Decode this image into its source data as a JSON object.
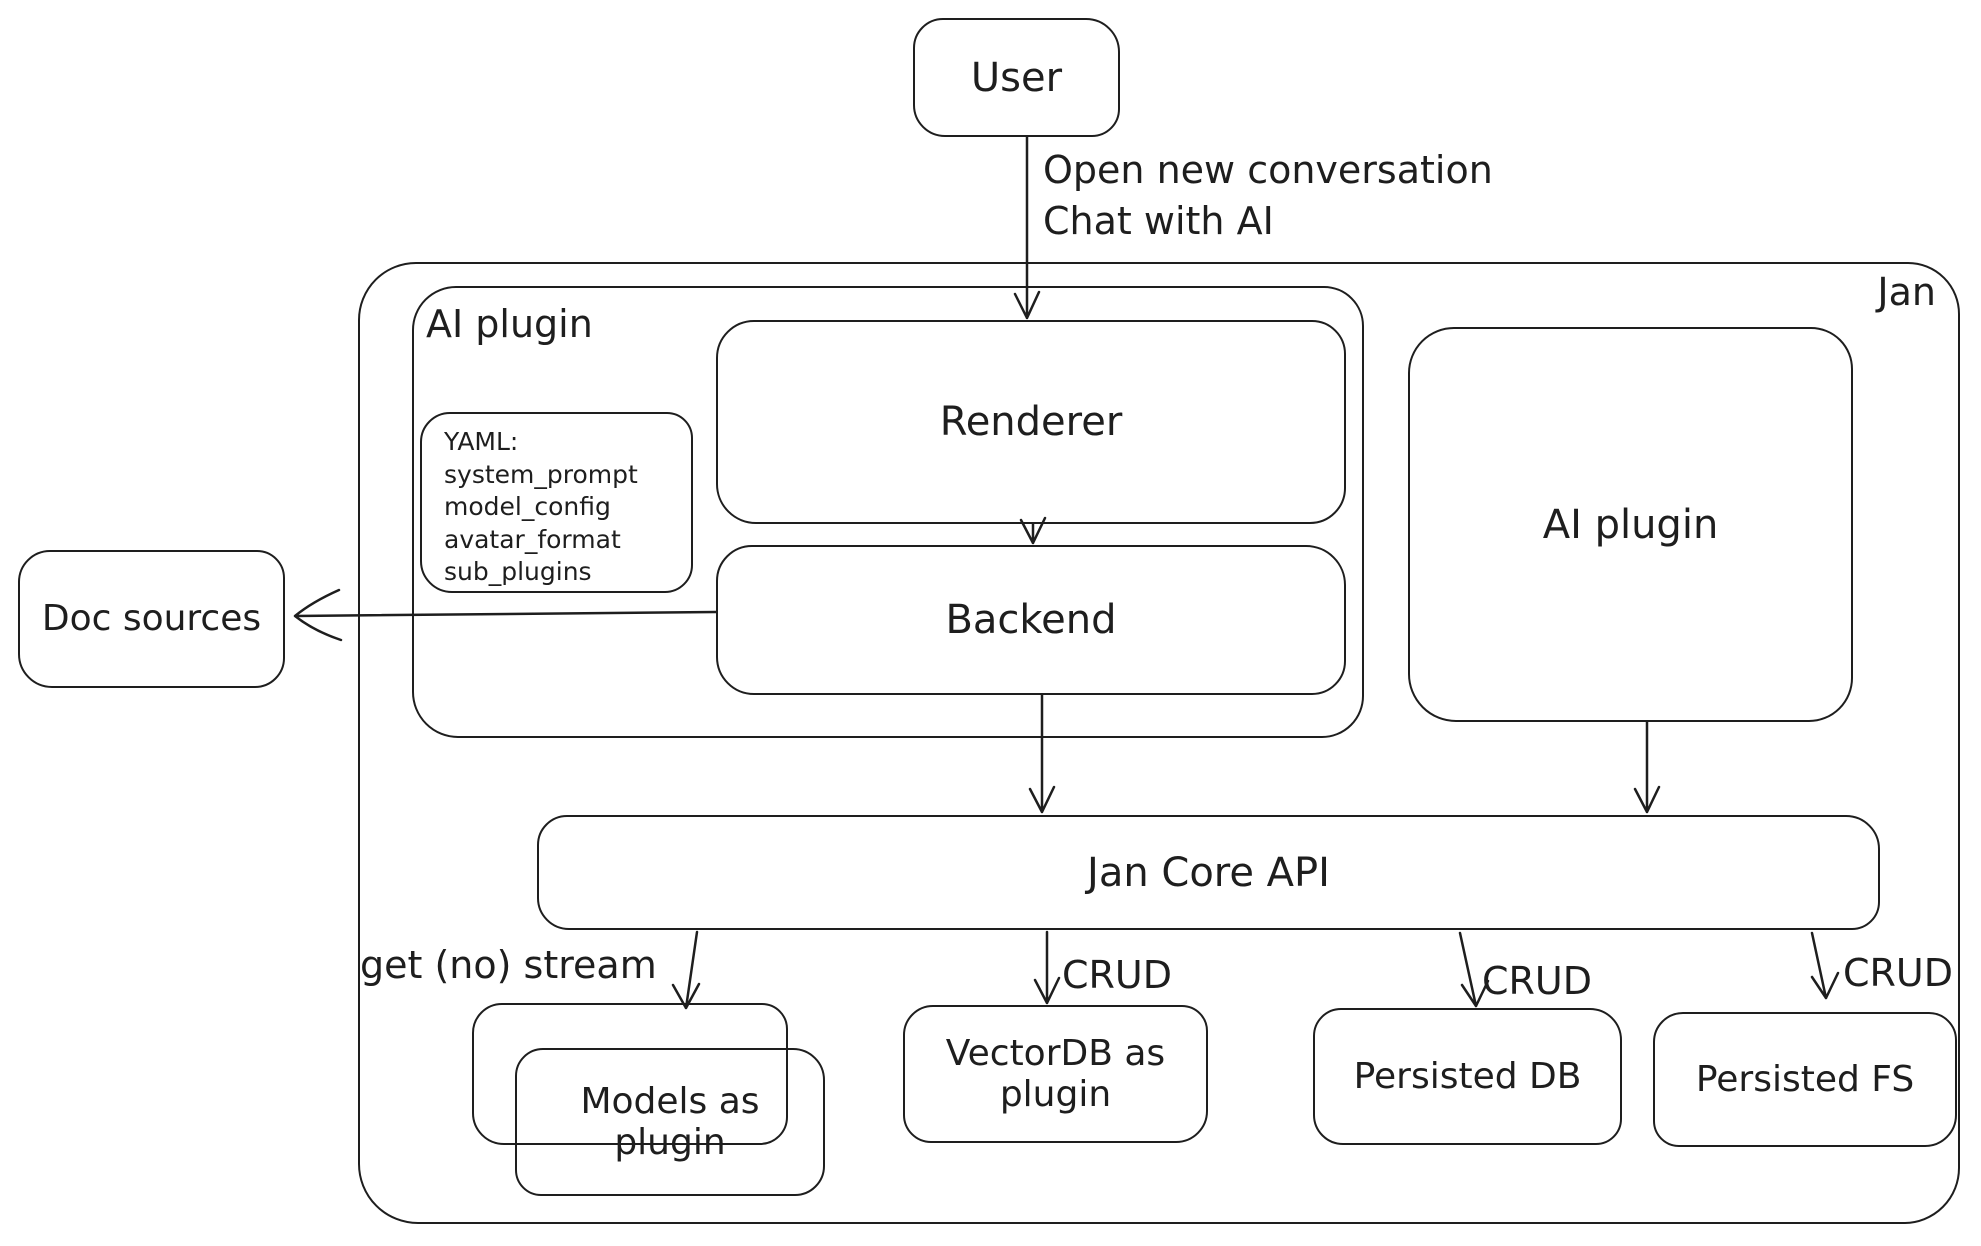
{
  "nodes": {
    "user": {
      "label": "User"
    },
    "jan": {
      "label": "Jan"
    },
    "ai_plugin_left": {
      "label": "AI plugin"
    },
    "renderer": {
      "label": "Renderer"
    },
    "backend": {
      "label": "Backend"
    },
    "yaml_note": {
      "title": "YAML:",
      "lines": [
        "system_prompt",
        "model_config",
        "avatar_format",
        "sub_plugins"
      ]
    },
    "doc_sources": {
      "label": "Doc sources"
    },
    "ai_plugin_right": {
      "label": "AI plugin"
    },
    "jan_core_api": {
      "label": "Jan Core API"
    },
    "models_as_plugin": {
      "label": "Models as plugin"
    },
    "vectordb_as_plugin": {
      "label": "VectorDB as plugin"
    },
    "persisted_db": {
      "label": "Persisted DB"
    },
    "persisted_fs": {
      "label": "Persisted FS"
    }
  },
  "edges": {
    "user_flow": "Open new conversation\nChat with AI",
    "get_no_stream": "get (no) stream",
    "crud_vectordb": "CRUD",
    "crud_db": "CRUD",
    "crud_fs": "CRUD"
  },
  "colors": {
    "stroke": "#1e1e1e",
    "background": "#ffffff"
  }
}
